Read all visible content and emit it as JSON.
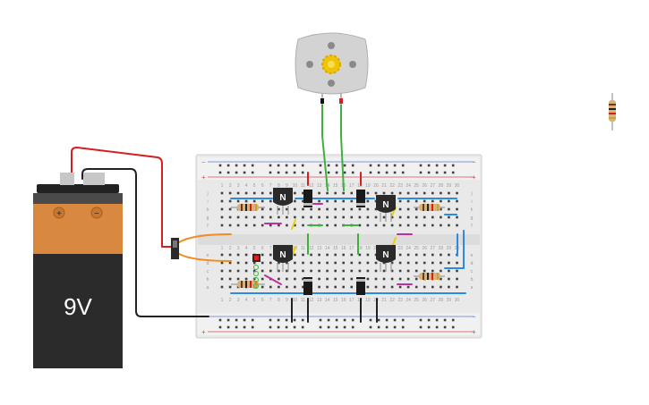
{
  "battery": {
    "voltage_label": "9V",
    "plus_label": "+",
    "minus_label": "−",
    "colors": {
      "top": "#d9893f",
      "body": "#2b2b2b",
      "cap": "#222222",
      "terminal": "#c7c7c7"
    }
  },
  "breadboard": {
    "row_letters_top": [
      "j",
      "i",
      "h",
      "g",
      "f"
    ],
    "row_letters_bottom": [
      "e",
      "d",
      "c",
      "b",
      "a"
    ],
    "column_numbers": [
      "1",
      "2",
      "3",
      "4",
      "5",
      "6",
      "7",
      "8",
      "9",
      "10",
      "11",
      "12",
      "13",
      "14",
      "15",
      "16",
      "17",
      "18",
      "19",
      "20",
      "21",
      "22",
      "23",
      "24",
      "25",
      "26",
      "27",
      "28",
      "29",
      "30"
    ],
    "rail_plus": "+",
    "rail_minus": "−",
    "colors": {
      "body": "#ececec",
      "hole": "#404040",
      "rail_red": "#d94b4b",
      "rail_blue": "#5a7fd0"
    }
  },
  "transistors": [
    {
      "label": "N",
      "icon": "npn-transistor-icon"
    },
    {
      "label": "N",
      "icon": "npn-transistor-icon"
    },
    {
      "label": "N",
      "icon": "npn-transistor-icon"
    },
    {
      "label": "N",
      "icon": "npn-transistor-icon"
    }
  ],
  "components": {
    "motor": {
      "icon": "dc-motor-icon",
      "shaft_color": "#f0c400"
    },
    "slide_switch": {
      "icon": "slide-switch-icon"
    },
    "led": {
      "icon": "led-icon",
      "color": "#e02020"
    },
    "loose_resistor": {
      "icon": "resistor-icon"
    }
  },
  "wire_colors": {
    "red": "#d42020",
    "black": "#222222",
    "green": "#3db13d",
    "orange": "#f28c1c",
    "blue": "#2a8be0",
    "purple": "#c0309a",
    "yellow": "#f0d000"
  }
}
